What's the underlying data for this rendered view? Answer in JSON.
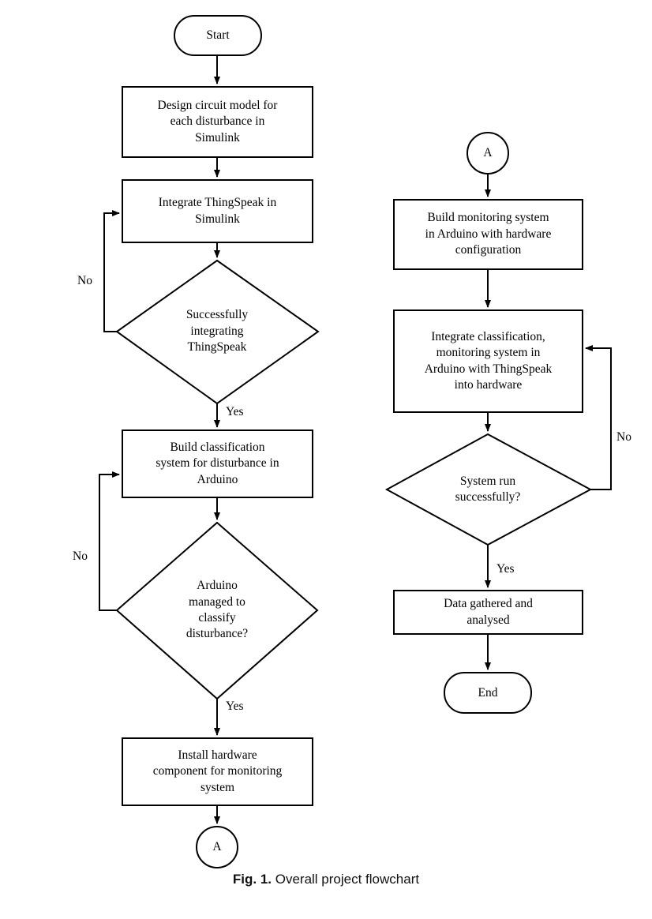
{
  "figure": {
    "caption_prefix": "Fig. 1.",
    "caption_text": " Overall project flowchart"
  },
  "chart_data": {
    "type": "diagram",
    "diagram_kind": "flowchart",
    "title": "Overall project flowchart",
    "stroke_color": "#000000",
    "fill_color": "#ffffff",
    "columns": 2,
    "nodes": [
      {
        "id": "start",
        "shape": "terminator",
        "column": "left",
        "text": "Start"
      },
      {
        "id": "design-circuit",
        "shape": "process",
        "column": "left",
        "text": "Design circuit model for\neach disturbance in\nSimulink"
      },
      {
        "id": "integrate-thingspeak",
        "shape": "process",
        "column": "left",
        "text": "Integrate ThingSpeak in\nSimulink"
      },
      {
        "id": "decide-thingspeak",
        "shape": "decision",
        "column": "left",
        "text": "Successfully\nintegrating\nThingSpeak"
      },
      {
        "id": "build-classification",
        "shape": "process",
        "column": "left",
        "text": "Build classification\nsystem for disturbance in\nArduino"
      },
      {
        "id": "decide-classify",
        "shape": "decision",
        "column": "left",
        "text": "Arduino\nmanaged to\nclassify\ndisturbance?"
      },
      {
        "id": "install-hardware",
        "shape": "process",
        "column": "left",
        "text": "Install hardware\ncomponent for monitoring\nsystem"
      },
      {
        "id": "connector-a-out",
        "shape": "connector",
        "column": "left",
        "text": "A"
      },
      {
        "id": "connector-a-in",
        "shape": "connector",
        "column": "right",
        "text": "A"
      },
      {
        "id": "build-monitoring",
        "shape": "process",
        "column": "right",
        "text": "Build monitoring system\nin Arduino with hardware\nconfiguration"
      },
      {
        "id": "integrate-all",
        "shape": "process",
        "column": "right",
        "text": "Integrate classification,\nmonitoring system in\nArduino with ThingSpeak\ninto hardware"
      },
      {
        "id": "decide-system-run",
        "shape": "decision",
        "column": "right",
        "text": "System run\nsuccessfully?"
      },
      {
        "id": "data-gathered",
        "shape": "process",
        "column": "right",
        "text": "Data gathered and\nanalysed"
      },
      {
        "id": "end",
        "shape": "terminator",
        "column": "right",
        "text": "End"
      }
    ],
    "edges": [
      {
        "from": "start",
        "to": "design-circuit",
        "label": ""
      },
      {
        "from": "design-circuit",
        "to": "integrate-thingspeak",
        "label": ""
      },
      {
        "from": "integrate-thingspeak",
        "to": "decide-thingspeak",
        "label": ""
      },
      {
        "from": "decide-thingspeak",
        "to": "integrate-thingspeak",
        "label": "No"
      },
      {
        "from": "decide-thingspeak",
        "to": "build-classification",
        "label": "Yes"
      },
      {
        "from": "build-classification",
        "to": "decide-classify",
        "label": ""
      },
      {
        "from": "decide-classify",
        "to": "build-classification",
        "label": "No"
      },
      {
        "from": "decide-classify",
        "to": "install-hardware",
        "label": "Yes"
      },
      {
        "from": "install-hardware",
        "to": "connector-a-out",
        "label": ""
      },
      {
        "from": "connector-a-in",
        "to": "build-monitoring",
        "label": ""
      },
      {
        "from": "build-monitoring",
        "to": "integrate-all",
        "label": ""
      },
      {
        "from": "integrate-all",
        "to": "decide-system-run",
        "label": ""
      },
      {
        "from": "decide-system-run",
        "to": "integrate-all",
        "label": "No"
      },
      {
        "from": "decide-system-run",
        "to": "data-gathered",
        "label": "Yes"
      },
      {
        "from": "data-gathered",
        "to": "end",
        "label": ""
      }
    ],
    "edge_labels": {
      "no_thingspeak": "No",
      "yes_thingspeak": "Yes",
      "no_classify": "No",
      "yes_classify": "Yes",
      "no_system_run": "No",
      "yes_system_run": "Yes"
    }
  },
  "nodes": {
    "start": "Start",
    "design_circuit": "Design circuit model for\neach disturbance in\nSimulink",
    "integrate_thingspeak": "Integrate ThingSpeak in\nSimulink",
    "decide_thingspeak": "Successfully\nintegrating\nThingSpeak",
    "build_classification": "Build classification\nsystem for disturbance in\nArduino",
    "decide_classify": "Arduino\nmanaged to\nclassify\ndisturbance?",
    "install_hardware": "Install hardware\ncomponent for monitoring\nsystem",
    "connector_a_out": "A",
    "connector_a_in": "A",
    "build_monitoring": "Build monitoring system\nin Arduino with hardware\nconfiguration",
    "integrate_all": "Integrate classification,\nmonitoring system in\nArduino with ThingSpeak\ninto hardware",
    "decide_system_run": "System run\nsuccessfully?",
    "data_gathered": "Data gathered and\nanalysed",
    "end": "End"
  },
  "labels": {
    "no_thingspeak": "No",
    "yes_thingspeak": "Yes",
    "no_classify": "No",
    "yes_classify": "Yes",
    "no_system_run": "No",
    "yes_system_run": "Yes"
  }
}
